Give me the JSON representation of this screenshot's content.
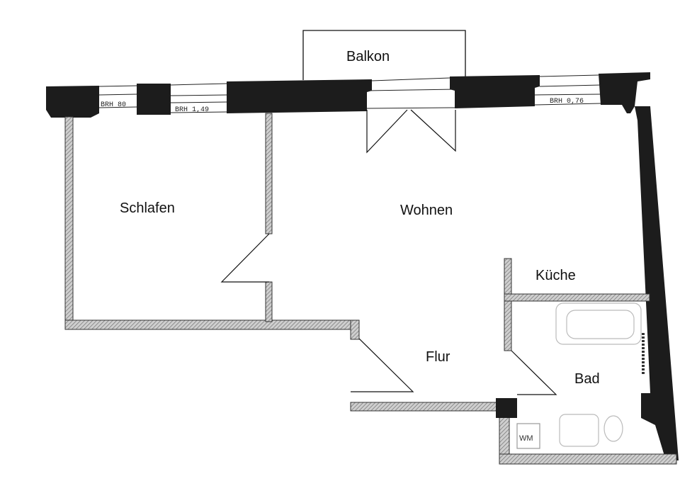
{
  "rooms": {
    "balkon": "Balkon",
    "schlafen": "Schlafen",
    "wohnen": "Wohnen",
    "kueche": "Küche",
    "flur": "Flur",
    "bad": "Bad"
  },
  "fixtures": {
    "washing_machine": "WM"
  },
  "window_labels": [
    "BRH 80",
    "BRH 1,49",
    "BRH 0,76"
  ],
  "colors": {
    "wall": "#1a1a1a",
    "hatch": "#8a8a8a",
    "line": "#222222"
  }
}
